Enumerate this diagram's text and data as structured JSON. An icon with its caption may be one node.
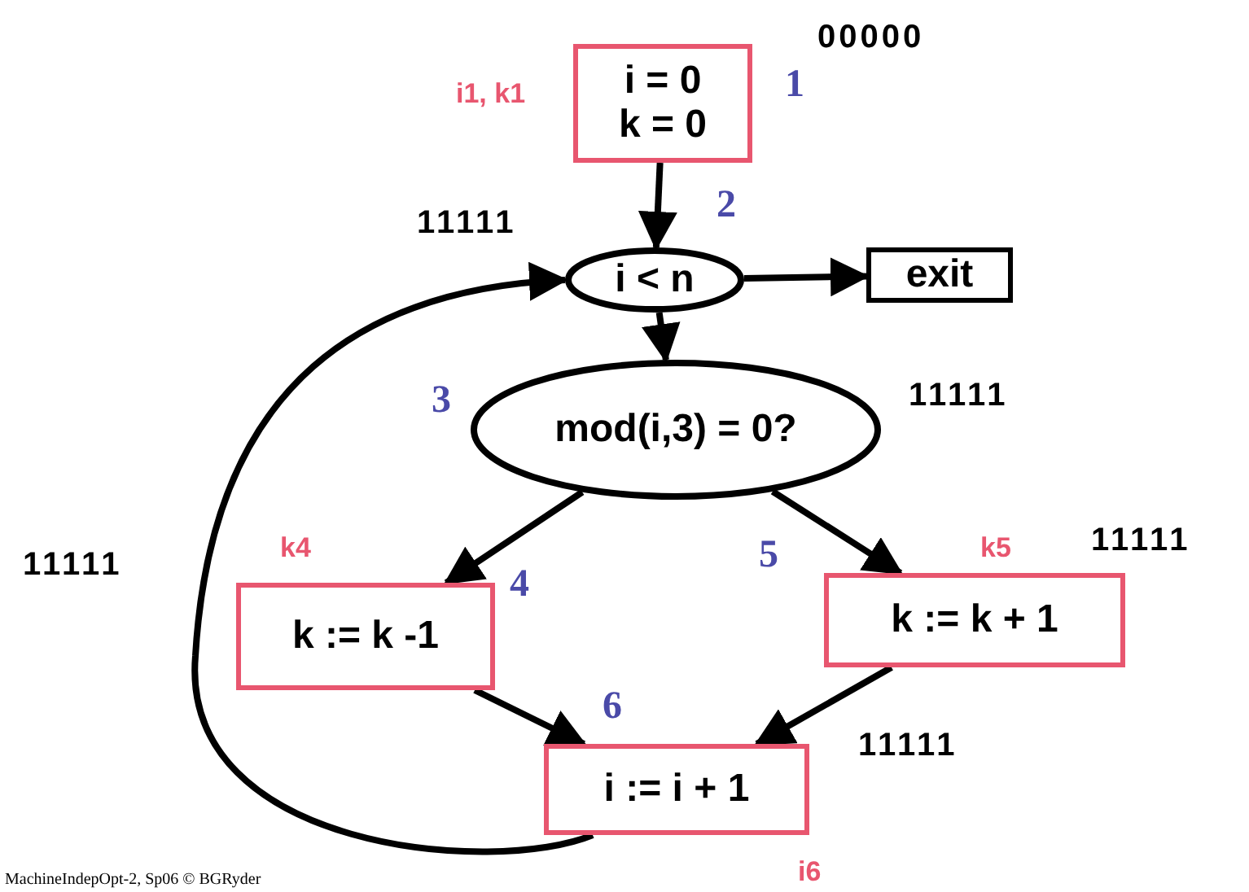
{
  "diagram": {
    "nodes": [
      {
        "text": [
          "i = 0",
          "k = 0"
        ],
        "beside": [
          "i1, k1"
        ]
      },
      {
        "text": [
          "i < n"
        ]
      },
      {
        "text": [
          "exit"
        ]
      },
      {
        "text": [
          "mod(i,3) = 0?"
        ]
      },
      {
        "text": [
          "k := k -1"
        ],
        "beside": [
          "k4"
        ]
      },
      {
        "text": [
          "k := k + 1"
        ],
        "beside": [
          "k5"
        ]
      },
      {
        "text": [
          "i := i + 1"
        ],
        "beside": [
          "i6"
        ]
      }
    ],
    "edges": [
      {
        "from": 0,
        "to": 1,
        "arrow": "to"
      },
      {
        "from": 1,
        "to": 2,
        "arrow": "to"
      },
      {
        "from": 1,
        "to": 3,
        "arrow": "to"
      },
      {
        "from": 3,
        "to": 4,
        "arrow": "to"
      },
      {
        "from": 3,
        "to": 5,
        "arrow": "to"
      },
      {
        "from": 4,
        "to": 6,
        "arrow": "to"
      },
      {
        "from": 5,
        "to": 6,
        "arrow": "to"
      },
      {
        "from": 6,
        "to": 1,
        "arrow": "to"
      }
    ],
    "labels": [
      "00000",
      "1",
      "2",
      "11111",
      "3",
      "11111",
      "11111",
      "5",
      "11111",
      "4",
      "6",
      "11111",
      "MachineIndepOpt-2, Sp06 © BGRyder"
    ]
  }
}
